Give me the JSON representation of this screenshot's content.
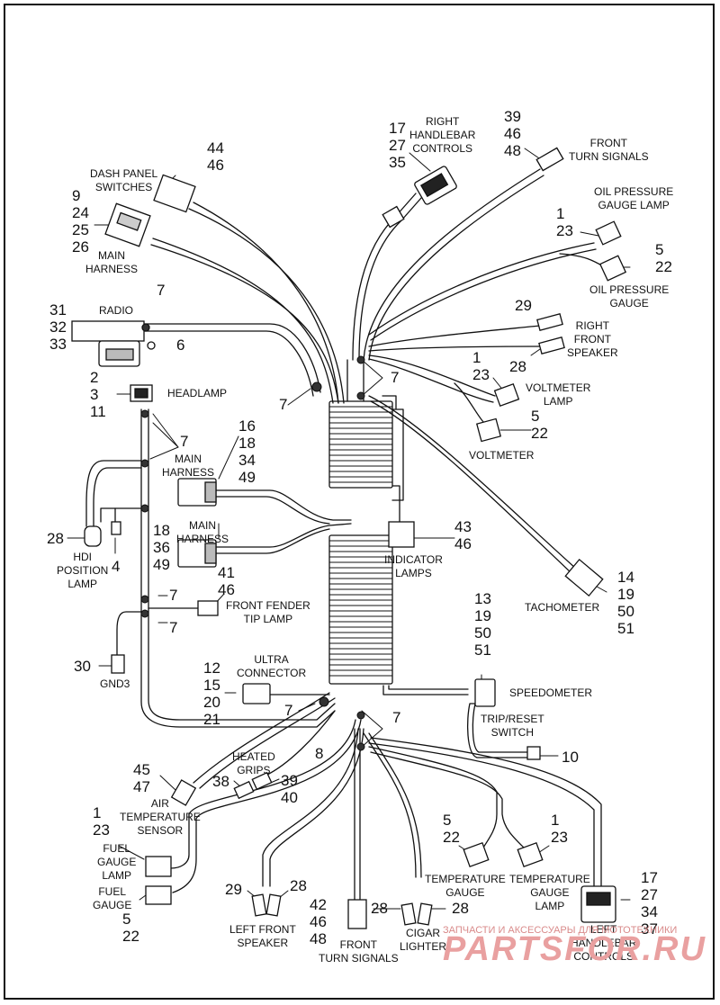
{
  "labels": {
    "right_handlebar_controls": "RIGHT\nHANDLEBAR\nCONTROLS",
    "front_turn_signals_top": "FRONT\nTURN SIGNALS",
    "dash_panel_switches": "DASH PANEL\nSWITCHES",
    "oil_pressure_gauge_lamp": "OIL PRESSURE\nGAUGE LAMP",
    "main_harness_top": "MAIN\nHARNESS",
    "oil_pressure_gauge": "OIL PRESSURE\nGAUGE",
    "radio": "RADIO",
    "right_front_speaker": "RIGHT\nFRONT\nSPEAKER",
    "headlamp": "HEADLAMP",
    "voltmeter_lamp": "VOLTMETER\nLAMP",
    "voltmeter": "VOLTMETER",
    "main_harness_mid": "MAIN\nHARNESS",
    "main_harness_low": "MAIN\nHARNESS",
    "hdi_position_lamp": "HDI\nPOSITION\nLAMP",
    "indicator_lamps": "INDICATOR\nLAMPS",
    "tachometer": "TACHOMETER",
    "front_fender_tip_lamp": "FRONT FENDER\nTIP LAMP",
    "ultra_connector": "ULTRA\nCONNECTOR",
    "gnd3": "GND3",
    "speedometer": "SPEEDOMETER",
    "trip_reset_switch": "TRIP/RESET\nSWITCH",
    "heated_grips": "HEATED\nGRIPS",
    "air_temperature_sensor": "AIR\nTEMPERATURE\nSENSOR",
    "fuel_gauge_lamp": "FUEL\nGAUGE\nLAMP",
    "fuel_gauge": "FUEL\nGAUGE",
    "temperature_gauge": "TEMPERATURE\nGAUGE",
    "temperature_gauge_lamp": "TEMPERATURE\nGAUGE\nLAMP",
    "left_front_speaker": "LEFT FRONT\nSPEAKER",
    "front_turn_signals_bottom": "FRONT\nTURN SIGNALS",
    "cigar_lighter": "CIGAR\nLIGHTER",
    "left_handlebar_controls": "LEFT\nHANDLEBAR\nCONTROLS"
  },
  "callouts": {
    "rh_controls": "17\n27\n35",
    "front_turn_top": "39\n46\n48",
    "dash_panel": "44\n46",
    "main_harness_top": "9\n24\n25\n26",
    "oil_lamp": "1\n23",
    "oil_gauge": "5\n22",
    "radio": "31\n32\n33",
    "radio_clip": "7",
    "radio_screw": "6",
    "rf_speaker_top": "29",
    "rf_speaker_bottom": "28",
    "headlamp": "2\n3\n11",
    "clip_left_upper": "7",
    "clip_center_right": "7",
    "volt_lamp": "1\n23",
    "voltmeter": "5\n22",
    "clips_left_group": "7",
    "main_harness_mid": "16\n18\n34\n49",
    "hdi_lamp": "28",
    "hdi_bulb": "4",
    "main_harness_low": "18\n36\n49",
    "indicator_lamps": "43\n46",
    "tachometer": "14\n19\n50\n51",
    "fender_clip_top": "7",
    "fender_connector": "41\n46",
    "fender_clip_bottom": "7",
    "speedometer": "13\n19\n50\n51",
    "gnd3": "30",
    "ultra_connector": "12\n15\n20\n21",
    "clip_bottom_left": "7",
    "clip_bottom_right": "7",
    "clip_bottom_8": "8",
    "trip_switch": "10",
    "air_temp": "45\n47",
    "heated_grips_left": "38",
    "heated_grips_right": "39\n40",
    "fuel_lamp": "1\n23",
    "temp_gauge": "5\n22",
    "temp_lamp": "1\n23",
    "lh_controls": "17\n27\n34\n37",
    "fuel_gauge": "5\n22",
    "lf_speaker_left": "29",
    "lf_speaker_right": "28",
    "front_turn_bottom": "42\n46\n48",
    "cigar_left": "28",
    "cigar_right": "28"
  },
  "watermark": {
    "small": "ЗАПЧАСТИ И АКСЕССУАРЫ ДЛЯ МОТОТЕХНИКИ",
    "large": "PARTSFOR.RU"
  }
}
